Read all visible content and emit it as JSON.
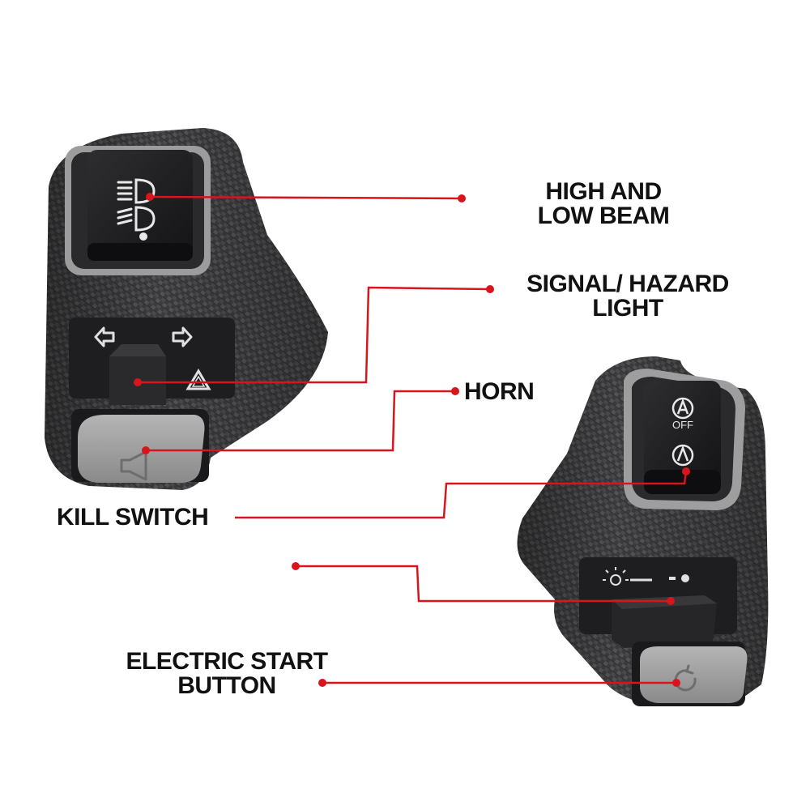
{
  "labels": {
    "beam": {
      "line1": "HIGH AND",
      "line2": "LOW BEAM"
    },
    "signal": {
      "line1": "SIGNAL/ HAZARD",
      "line2": "LIGHT"
    },
    "horn": {
      "line1": "HORN"
    },
    "kill": {
      "line1": "KILL SWITCH"
    },
    "start": {
      "line1": "ELECTRIC START",
      "line2": "BUTTON"
    }
  },
  "switch_text": {
    "off": "OFF"
  },
  "colors": {
    "leader": "#d8141c",
    "housing": "#3a3a3c",
    "button_black": "#1c1c1e",
    "button_grey": "#9a9a9a",
    "text": "#111111"
  },
  "icons": {
    "left_switch": [
      "high-beam-icon",
      "low-beam-icon",
      "turn-left-arrow-icon",
      "turn-right-arrow-icon",
      "hazard-triangle-icon",
      "horn-icon"
    ],
    "right_switch": [
      "auto-icon",
      "auto-icon",
      "headlight-on-icon",
      "start-icon"
    ]
  }
}
